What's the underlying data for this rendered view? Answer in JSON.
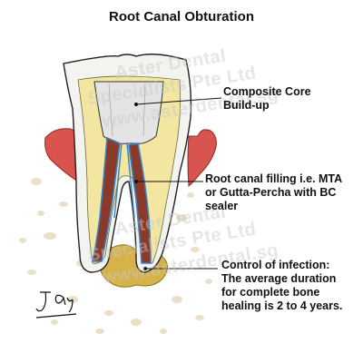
{
  "title": "Root Canal Obturation",
  "labels": {
    "core": [
      "Composite Core",
      "Build-up"
    ],
    "filling": [
      "Root canal filling i.e. MTA",
      "or Gutta-Percha with BC",
      "sealer"
    ],
    "infection": [
      "Control of infection:",
      "The average duration",
      "for complete bone",
      "healing is 2 to 4 years."
    ]
  },
  "watermark": {
    "line1": "Aster Dental",
    "line2": "Specialists Pte Ltd",
    "line3": "www.asterdental.sg"
  },
  "signature": "J Tay",
  "colors": {
    "enamel": "#f3f3f0",
    "dentin": "#f2e6a0",
    "core": "#e8e8e8",
    "root_canal": "#8b3a2a",
    "canal_outline": "#3b7fc4",
    "gum": "#d9534f",
    "bone": "#e9dcc0",
    "lesion": "#d6b34a"
  }
}
